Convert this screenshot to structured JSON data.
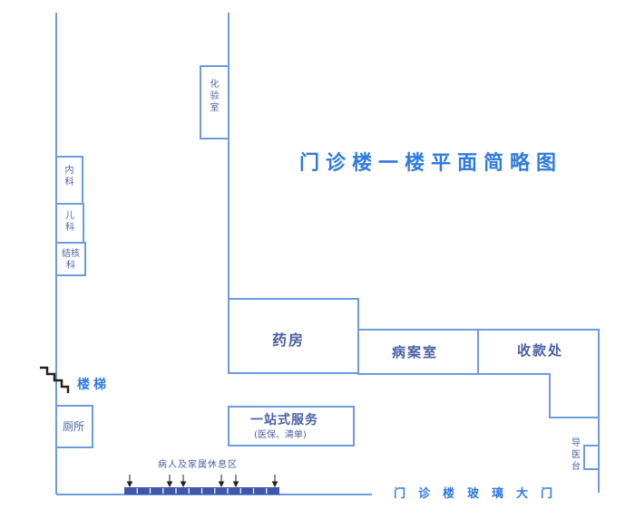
{
  "title": "门诊楼一楼平面简略图",
  "rooms": {
    "lab": "化验室",
    "internal": "内科",
    "pediatrics": "儿科",
    "tb": "结核科",
    "stairs": "楼梯",
    "toilet": "厕所",
    "pharmacy": "药房",
    "records": "病案室",
    "cashier": "收款处",
    "service_main": "一站式服务",
    "service_sub": "(医保、清单)",
    "waiting": "病人及家属休息区",
    "guide": "导医台",
    "entrance": "门诊楼玻璃大门"
  },
  "colors": {
    "line": "#6b9be0",
    "text": "#4a5fa8",
    "accent": "#2f7be0",
    "bench": "#3f57a6"
  }
}
